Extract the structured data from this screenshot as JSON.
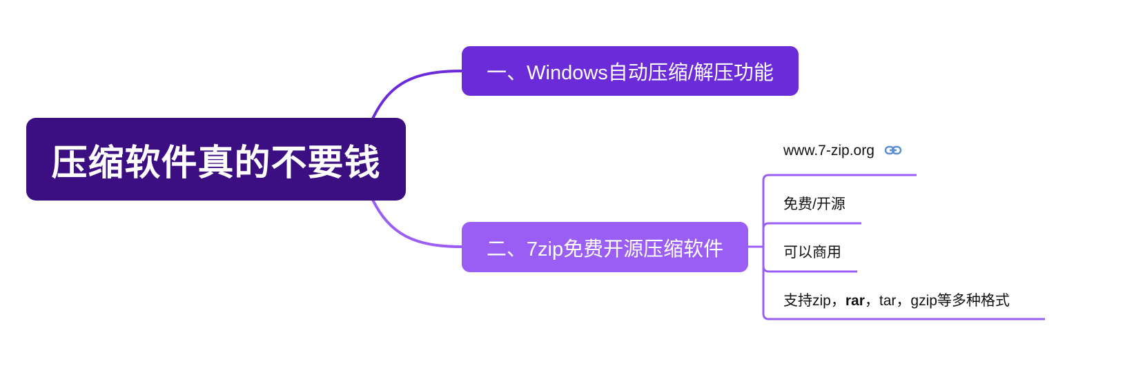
{
  "root": {
    "label": "压缩软件真的不要钱"
  },
  "branches": [
    {
      "label": "一、Windows自动压缩/解压功能"
    },
    {
      "label": "二、7zip免费开源压缩软件",
      "children": [
        {
          "label": "www.7-zip.org",
          "icon": "link-icon"
        },
        {
          "label": "免费/开源"
        },
        {
          "label": "可以商用"
        },
        {
          "label_parts": [
            "支持zip，",
            "rar",
            "，tar，gzip等多种格式"
          ]
        }
      ]
    }
  ],
  "colors": {
    "root": "#3b0f82",
    "branch1": "#6c2bd9",
    "branch2": "#9a5ef5",
    "link": "#5b8fd0"
  }
}
